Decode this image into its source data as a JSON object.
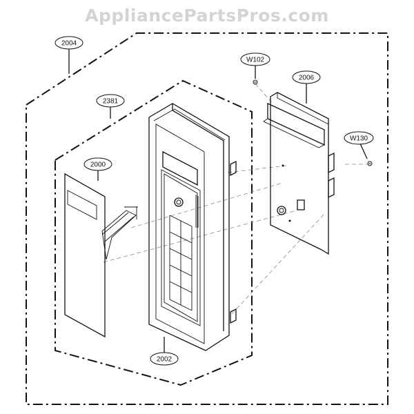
{
  "watermark": "AppliancePartsPros.com",
  "callouts": {
    "c2004": "2004",
    "c2381": "2381",
    "c2000": "2000",
    "c2002": "2002",
    "cW102": "W102",
    "c2006": "2006",
    "cW130": "W130"
  }
}
